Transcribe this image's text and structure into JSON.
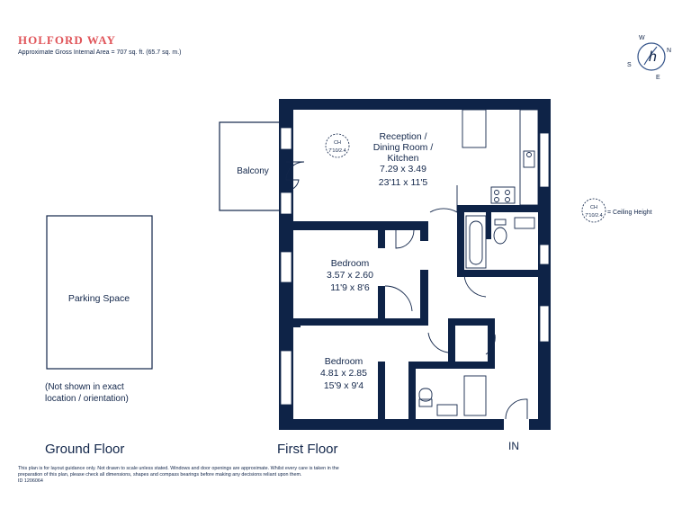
{
  "header": {
    "title": "HOLFORD WAY",
    "area": "Approximate Gross Internal Area  =  707 sq. ft. (65.7 sq. m.)"
  },
  "compass": {
    "north": "N",
    "south": "S",
    "east": "E",
    "west": "W",
    "logo_glyph": "h"
  },
  "rooms": {
    "reception": {
      "line1": "Reception /",
      "line2": "Dining Room /",
      "line3": "Kitchen",
      "metric": "7.29 x 3.49",
      "imperial": "23'11 x 11'5"
    },
    "bedroom1": {
      "name": "Bedroom",
      "metric": "3.57 x 2.60",
      "imperial": "11'9 x 8'6"
    },
    "bedroom2": {
      "name": "Bedroom",
      "metric": "4.81 x 2.85",
      "imperial": "15'9 x 9'4"
    },
    "balcony": "Balcony",
    "entrance": "IN"
  },
  "ceiling_marker": {
    "top": "CH",
    "bottom": "7'10/2.4"
  },
  "legend": {
    "top": "CH",
    "bottom": "7'10/2.4",
    "text": "= Ceiling Height"
  },
  "ground_floor": {
    "label": "Ground Floor",
    "parking": "Parking Space",
    "note_line1": "(Not shown in exact",
    "note_line2": "location / orientation)"
  },
  "first_floor": {
    "label": "First Floor"
  },
  "footer": {
    "disclaimer": "This plan is for layout guidance only. Not drawn to scale unless stated. Windows and door openings are approximate. Whilst every care is taken in the preparation of this plan, please check all dimensions, shapes and compass bearings before making any decisions reliant upon them.",
    "id": "ID 1206064"
  },
  "colors": {
    "wall": "#0e2347",
    "accent": "#e0555a",
    "compass": "#2f4f86"
  }
}
